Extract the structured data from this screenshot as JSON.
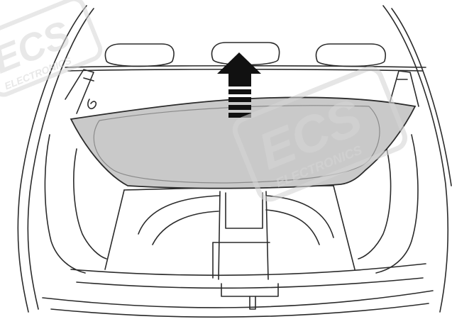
{
  "figure": {
    "subject": "hatchback-rear-trunk-parcel-shelf",
    "arrow_direction": "up",
    "colors": {
      "line": "#2b2b2b",
      "shelf_fill": "#c9c9c9",
      "arrow_fill": "#111111",
      "background": "#ffffff",
      "watermark": "#d6d6d6"
    }
  },
  "watermark": {
    "logo": "ECS",
    "tagline": "ELECTRONICS"
  }
}
